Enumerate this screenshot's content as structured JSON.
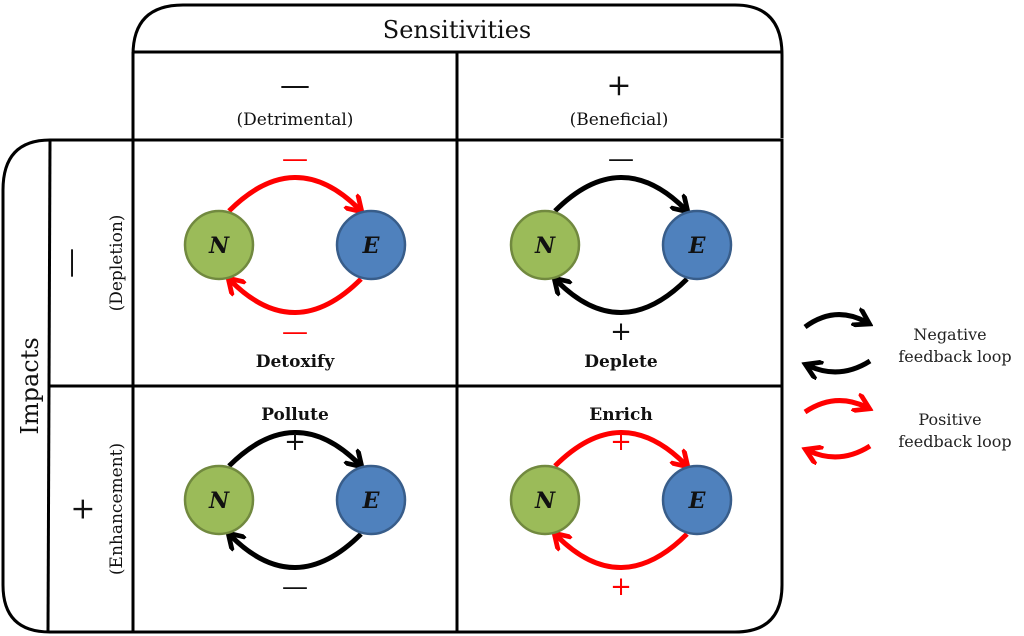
{
  "header": {
    "sensitivities_title": "Sensitivities",
    "columns": [
      {
        "sign": "—",
        "label": "(Detrimental)"
      },
      {
        "sign": "+",
        "label": "(Beneficial)"
      }
    ]
  },
  "side": {
    "impacts_title": "Impacts",
    "rows": [
      {
        "sign": "—",
        "label": "(Depletion)"
      },
      {
        "sign": "+",
        "label": "(Enhancement)"
      }
    ]
  },
  "nodes": {
    "n": "N",
    "e": "E"
  },
  "colors": {
    "node_n_fill": "#9bbb59",
    "node_n_stroke": "#71893f",
    "node_e_fill": "#4f81bd",
    "node_e_stroke": "#385d8a",
    "positive_loop": "#ff0000",
    "negative_loop": "#000000"
  },
  "cells": [
    {
      "id": "detoxify",
      "action": "Detoxify",
      "top_sign": "—",
      "bottom_sign": "—",
      "loop": "positive",
      "action_position": "bottom"
    },
    {
      "id": "deplete",
      "action": "Deplete",
      "top_sign": "—",
      "bottom_sign": "+",
      "loop": "negative",
      "action_position": "bottom"
    },
    {
      "id": "pollute",
      "action": "Pollute",
      "top_sign": "+",
      "bottom_sign": "—",
      "loop": "negative",
      "action_position": "top"
    },
    {
      "id": "enrich",
      "action": "Enrich",
      "top_sign": "+",
      "bottom_sign": "+",
      "loop": "positive",
      "action_position": "top"
    }
  ],
  "legend": {
    "negative": {
      "line1": "Negative",
      "line2": "feedback loop"
    },
    "positive": {
      "line1": "Positive",
      "line2": "feedback loop"
    }
  }
}
